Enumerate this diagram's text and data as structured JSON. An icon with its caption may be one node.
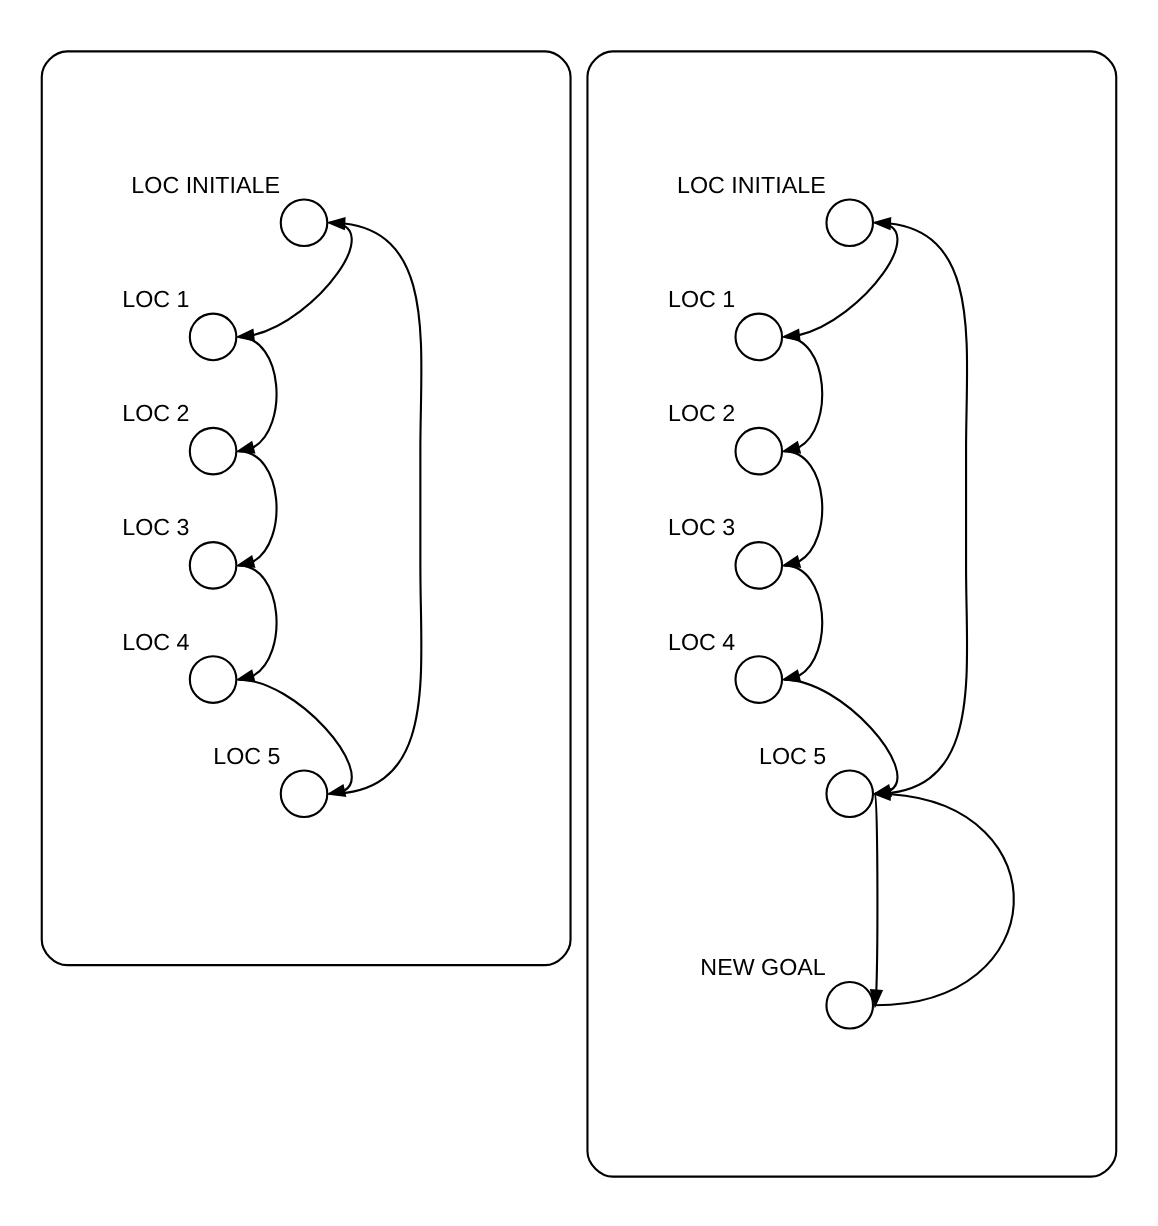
{
  "diagram": {
    "nodes": [
      {
        "text": [],
        "shape": "box"
      },
      {
        "text": [],
        "shape": "circle",
        "beside": [
          "LOC INITIALE"
        ],
        "in": 0
      },
      {
        "text": [],
        "shape": "circle",
        "beside": [
          "LOC 1"
        ],
        "in": 0
      },
      {
        "text": [],
        "shape": "circle",
        "beside": [
          "LOC 2"
        ],
        "in": 0
      },
      {
        "text": [],
        "shape": "circle",
        "beside": [
          "LOC 3"
        ],
        "in": 0
      },
      {
        "text": [],
        "shape": "circle",
        "beside": [
          "LOC 4"
        ],
        "in": 0
      },
      {
        "text": [],
        "shape": "circle",
        "beside": [
          "LOC 5"
        ],
        "in": 0
      },
      {
        "text": [],
        "shape": "box"
      },
      {
        "text": [],
        "shape": "circle",
        "beside": [
          "LOC INITIALE"
        ],
        "in": 7
      },
      {
        "text": [],
        "shape": "circle",
        "beside": [
          "LOC 1"
        ],
        "in": 7
      },
      {
        "text": [],
        "shape": "circle",
        "beside": [
          "LOC 2"
        ],
        "in": 7
      },
      {
        "text": [],
        "shape": "circle",
        "beside": [
          "LOC 3"
        ],
        "in": 7
      },
      {
        "text": [],
        "shape": "circle",
        "beside": [
          "LOC 4"
        ],
        "in": 7
      },
      {
        "text": [],
        "shape": "circle",
        "beside": [
          "LOC 5"
        ],
        "in": 7
      },
      {
        "text": [],
        "shape": "circle",
        "beside": [
          "NEW GOAL"
        ],
        "in": 7
      }
    ],
    "edges": [
      {
        "from": 1,
        "to": 2,
        "arrow": "to"
      },
      {
        "from": 2,
        "to": 3,
        "arrow": "to"
      },
      {
        "from": 3,
        "to": 4,
        "arrow": "to"
      },
      {
        "from": 4,
        "to": 5,
        "arrow": "to"
      },
      {
        "from": 5,
        "to": 6,
        "arrow": "to"
      },
      {
        "from": 6,
        "to": 1,
        "arrow": "to"
      },
      {
        "from": 8,
        "to": 9,
        "arrow": "to"
      },
      {
        "from": 9,
        "to": 10,
        "arrow": "to"
      },
      {
        "from": 10,
        "to": 11,
        "arrow": "to"
      },
      {
        "from": 11,
        "to": 12,
        "arrow": "to"
      },
      {
        "from": 12,
        "to": 13,
        "arrow": "to"
      },
      {
        "from": 13,
        "to": 8,
        "arrow": "to"
      },
      {
        "from": 13,
        "to": 14,
        "arrow": "to"
      },
      {
        "from": 14,
        "to": 13,
        "arrow": "to"
      }
    ]
  }
}
